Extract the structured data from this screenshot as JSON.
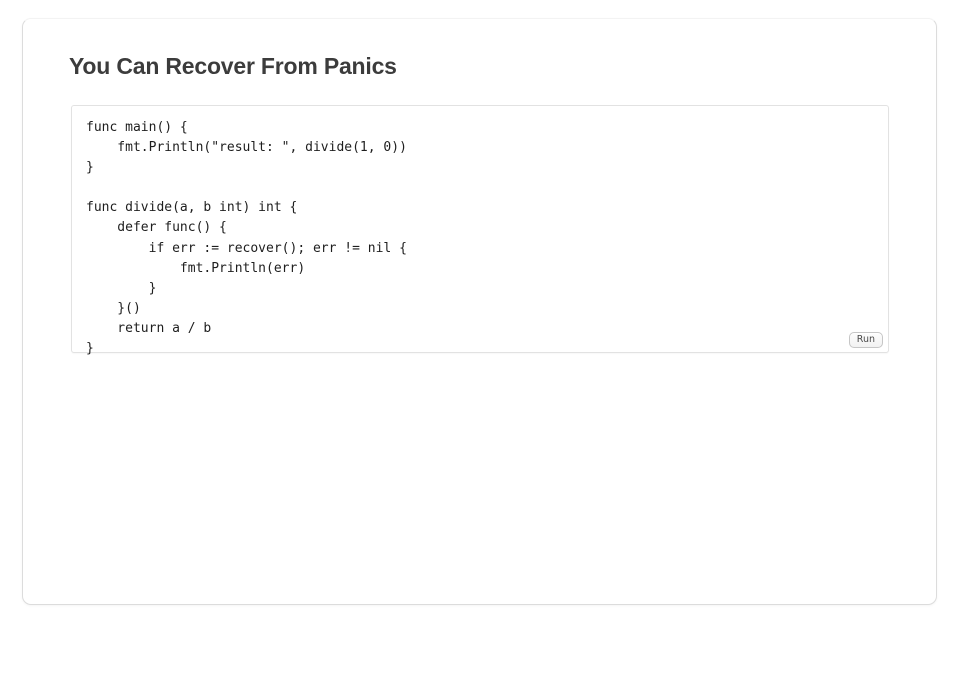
{
  "slide": {
    "title": "You Can Recover From Panics"
  },
  "code": {
    "language": "go",
    "lines": [
      "func main() {",
      "    fmt.Println(\"result: \", divide(1, 0))",
      "}",
      "",
      "func divide(a, b int) int {",
      "    defer func() {",
      "        if err := recover(); err != nil {",
      "            fmt.Println(err)",
      "        }",
      "    }()",
      "    return a / b",
      "}"
    ]
  },
  "controls": {
    "run_label": "Run"
  },
  "colors": {
    "page_background": "#ffffff",
    "card_background": "#ffffff",
    "card_border": "#dcdcdc",
    "title_text": "#3c3c3c",
    "code_text": "#1e1e1e",
    "code_border": "#e2e2e2",
    "button_text": "#4a4a4a",
    "button_border": "#c6c6c6"
  }
}
